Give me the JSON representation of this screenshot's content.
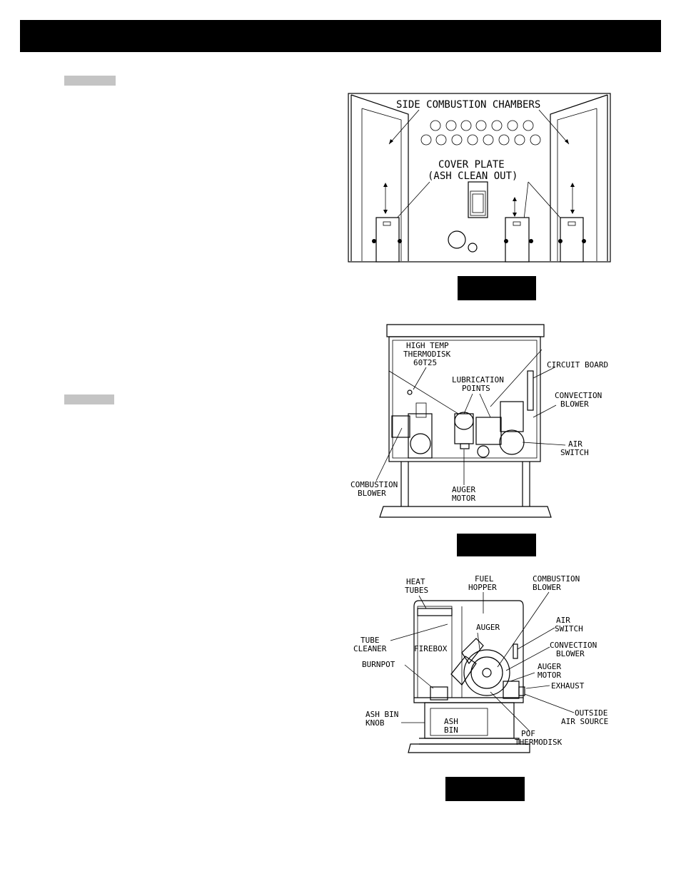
{
  "figure1": {
    "labels": {
      "side_chambers": "SIDE COMBUSTION CHAMBERS",
      "cover_plate_1": "COVER PLATE",
      "cover_plate_2": "(ASH CLEAN OUT)"
    }
  },
  "figure2": {
    "labels": {
      "high_temp_1": "HIGH TEMP",
      "high_temp_2": "THERMODISK",
      "high_temp_3": "60T25",
      "lubrication_1": "LUBRICATION",
      "lubrication_2": "POINTS",
      "circuit_board": "CIRCUIT BOARD",
      "convection_1": "CONVECTION",
      "convection_2": "BLOWER",
      "air_switch_1": "AIR",
      "air_switch_2": "SWITCH",
      "combustion_1": "COMBUSTION",
      "combustion_2": "BLOWER",
      "auger_motor_1": "AUGER",
      "auger_motor_2": "MOTOR"
    }
  },
  "figure3": {
    "labels": {
      "heat_tubes_1": "HEAT",
      "heat_tubes_2": "TUBES",
      "fuel_hopper_1": "FUEL",
      "fuel_hopper_2": "HOPPER",
      "combustion_1": "COMBUSTION",
      "combustion_2": "BLOWER",
      "air_switch_1": "AIR",
      "air_switch_2": "SWITCH",
      "auger": "AUGER",
      "tube_cleaner_1": "TUBE",
      "tube_cleaner_2": "CLEANER",
      "firebox": "FIREBOX",
      "convection_1": "CONVECTION",
      "convection_2": "BLOWER",
      "auger_motor_1": "AUGER",
      "auger_motor_2": "MOTOR",
      "burnpot": "BURNPOT",
      "exhaust": "EXHAUST",
      "outside_air_1": "OUTSIDE",
      "outside_air_2": "AIR SOURCE",
      "ash_bin_knob_1": "ASH BIN",
      "ash_bin_knob_2": "KNOB",
      "ash_bin_1": "ASH",
      "ash_bin_2": "BIN",
      "pof_1": "POF",
      "pof_2": "THERMODISK"
    }
  }
}
